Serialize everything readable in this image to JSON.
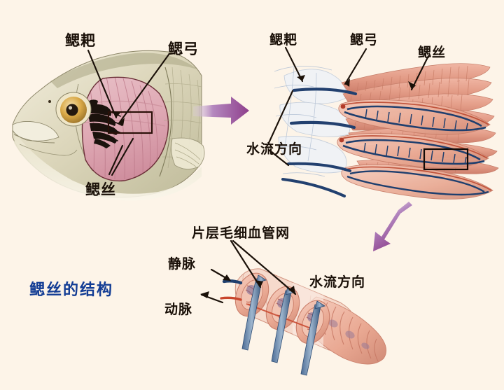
{
  "page": {
    "title": "鳃丝的结构",
    "background_color": "#FDF4E8",
    "title_color": "#123C94",
    "label_color": "#1A1008",
    "arrow_color": "#9B4F96"
  },
  "panels": {
    "fish_head": {
      "name": "fish-head-diagram",
      "labels": {
        "gill_raker": "鳃耙",
        "gill_arch": "鳃弓",
        "gill_filament": "鳃丝"
      }
    },
    "gill_arch_detail": {
      "name": "gill-arch-detail-diagram",
      "labels": {
        "gill_raker": "鳃耙",
        "gill_arch": "鳃弓",
        "gill_filament": "鳃丝",
        "water_flow": "水流方向"
      }
    },
    "filament_detail": {
      "name": "gill-filament-detail-diagram",
      "labels": {
        "capillary_network": "片层毛细血管网",
        "vein": "静脉",
        "artery": "动脉",
        "water_flow": "水流方向"
      }
    }
  },
  "connectors": {
    "arrow_1": "purple-arrow-right",
    "arrow_2": "purple-arrow-down-left"
  },
  "colors": {
    "gill_pink": "#E8A494",
    "gill_tissue": "#D9889B",
    "vessel_blue": "#1F3F6E",
    "vessel_red": "#C8553D",
    "fish_body": "#D8D2B8",
    "eye_gold": "#D8A33C"
  }
}
